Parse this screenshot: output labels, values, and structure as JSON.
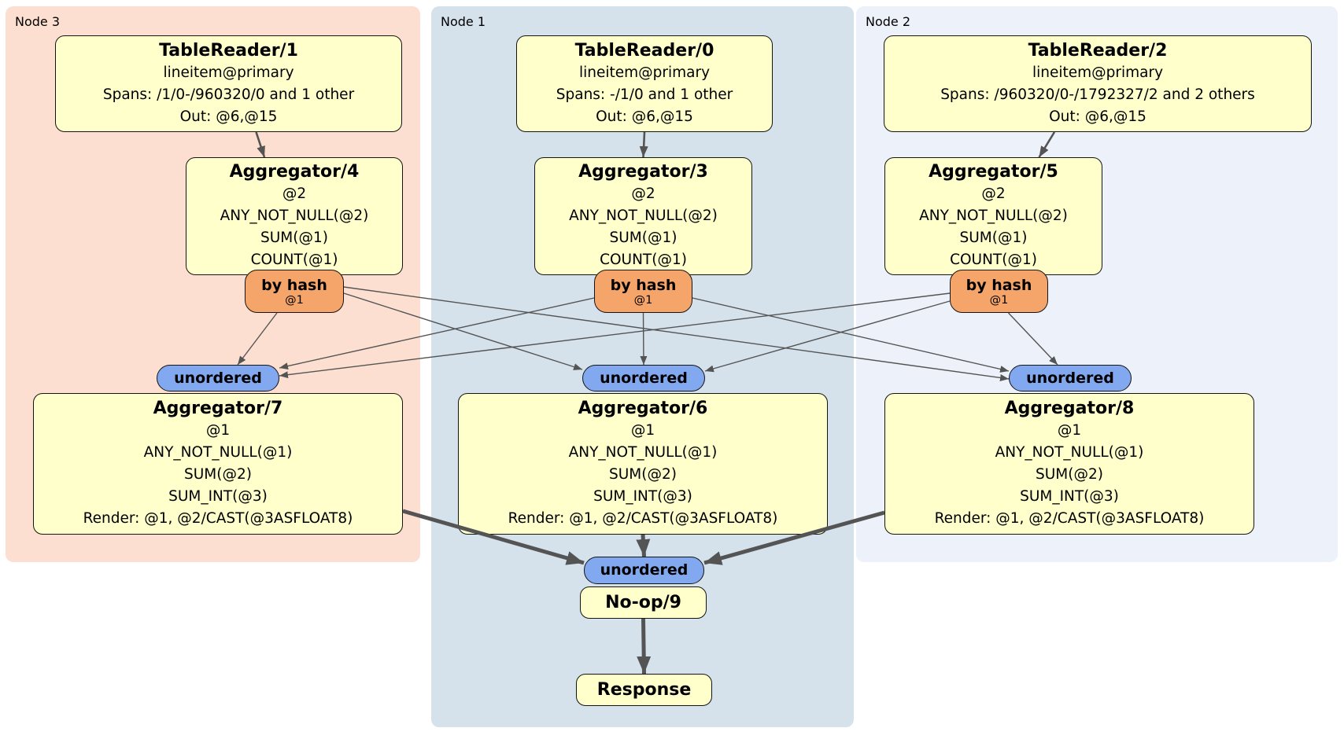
{
  "regions": {
    "node3": {
      "label": "Node 3"
    },
    "node1": {
      "label": "Node 1"
    },
    "node2": {
      "label": "Node 2"
    }
  },
  "processors": {
    "tr1": {
      "title": "TableReader/1",
      "lines": [
        "lineitem@primary",
        "Spans: /1/0-/960320/0 and 1 other",
        "Out: @6,@15"
      ]
    },
    "tr0": {
      "title": "TableReader/0",
      "lines": [
        "lineitem@primary",
        "Spans: -/1/0 and 1 other",
        "Out: @6,@15"
      ]
    },
    "tr2": {
      "title": "TableReader/2",
      "lines": [
        "lineitem@primary",
        "Spans: /960320/0-/1792327/2 and 2 others",
        "Out: @6,@15"
      ]
    },
    "agg4": {
      "title": "Aggregator/4",
      "lines": [
        "@2",
        "ANY_NOT_NULL(@2)",
        "SUM(@1)",
        "COUNT(@1)"
      ]
    },
    "agg3": {
      "title": "Aggregator/3",
      "lines": [
        "@2",
        "ANY_NOT_NULL(@2)",
        "SUM(@1)",
        "COUNT(@1)"
      ]
    },
    "agg5": {
      "title": "Aggregator/5",
      "lines": [
        "@2",
        "ANY_NOT_NULL(@2)",
        "SUM(@1)",
        "COUNT(@1)"
      ]
    },
    "agg7": {
      "title": "Aggregator/7",
      "lines": [
        "@1",
        "ANY_NOT_NULL(@1)",
        "SUM(@2)",
        "SUM_INT(@3)",
        "Render: @1, @2/CAST(@3ASFLOAT8)"
      ]
    },
    "agg6": {
      "title": "Aggregator/6",
      "lines": [
        "@1",
        "ANY_NOT_NULL(@1)",
        "SUM(@2)",
        "SUM_INT(@3)",
        "Render: @1, @2/CAST(@3ASFLOAT8)"
      ]
    },
    "agg8": {
      "title": "Aggregator/8",
      "lines": [
        "@1",
        "ANY_NOT_NULL(@1)",
        "SUM(@2)",
        "SUM_INT(@3)",
        "Render: @1, @2/CAST(@3ASFLOAT8)"
      ]
    },
    "noop": {
      "title": "No-op/9"
    },
    "response": {
      "title": "Response"
    }
  },
  "routers": {
    "r4": {
      "label": "by hash",
      "sub": "@1"
    },
    "r3": {
      "label": "by hash",
      "sub": "@1"
    },
    "r5": {
      "label": "by hash",
      "sub": "@1"
    }
  },
  "syncs": {
    "s7": {
      "label": "unordered"
    },
    "s6": {
      "label": "unordered"
    },
    "s8": {
      "label": "unordered"
    },
    "sF": {
      "label": "unordered"
    }
  },
  "colors": {
    "region_node3": "#fcdfd0",
    "region_node1": "#d5e2ec",
    "region_node2": "#ecf1fa",
    "box_fill": "#ffffcc",
    "router_fill": "#f6a56a",
    "sync_fill": "#82a8f0",
    "edge": "#545454"
  }
}
